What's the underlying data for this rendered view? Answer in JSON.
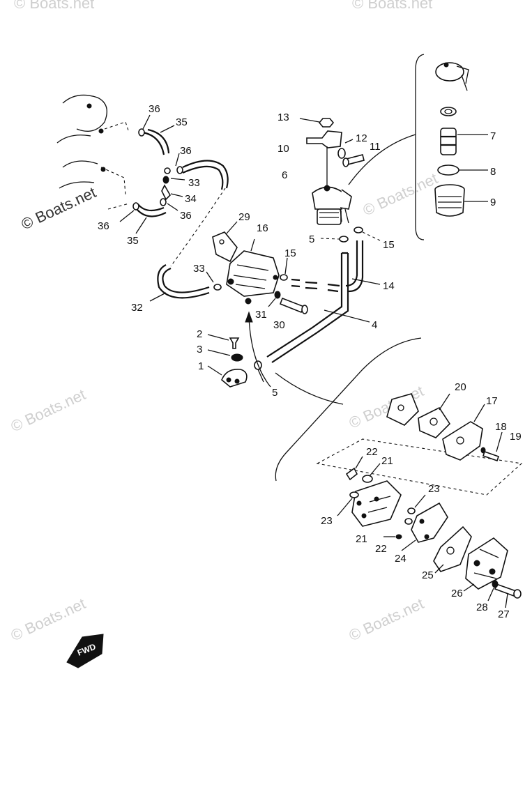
{
  "watermark": "© Boats.net",
  "fwd_mark": "FWD",
  "labels": {
    "l1": "1",
    "l2": "2",
    "l3": "3",
    "l4": "4",
    "l5a": "5",
    "l5b": "5",
    "l6": "6",
    "l7": "7",
    "l8": "8",
    "l9": "9",
    "l10": "10",
    "l11": "11",
    "l12": "12",
    "l13": "13",
    "l14": "14",
    "l15a": "15",
    "l15b": "15",
    "l16": "16",
    "l17": "17",
    "l18": "18",
    "l19": "19",
    "l20": "20",
    "l21a": "21",
    "l21b": "21",
    "l22a": "22",
    "l22b": "22",
    "l23a": "23",
    "l23b": "23",
    "l24": "24",
    "l25": "25",
    "l26": "26",
    "l27": "27",
    "l28": "28",
    "l29": "29",
    "l30": "30",
    "l31": "31",
    "l32": "32",
    "l33a": "33",
    "l33b": "33",
    "l34": "34",
    "l35a": "35",
    "l35b": "35",
    "l36a": "36",
    "l36b": "36",
    "l36c": "36",
    "l36d": "36"
  }
}
